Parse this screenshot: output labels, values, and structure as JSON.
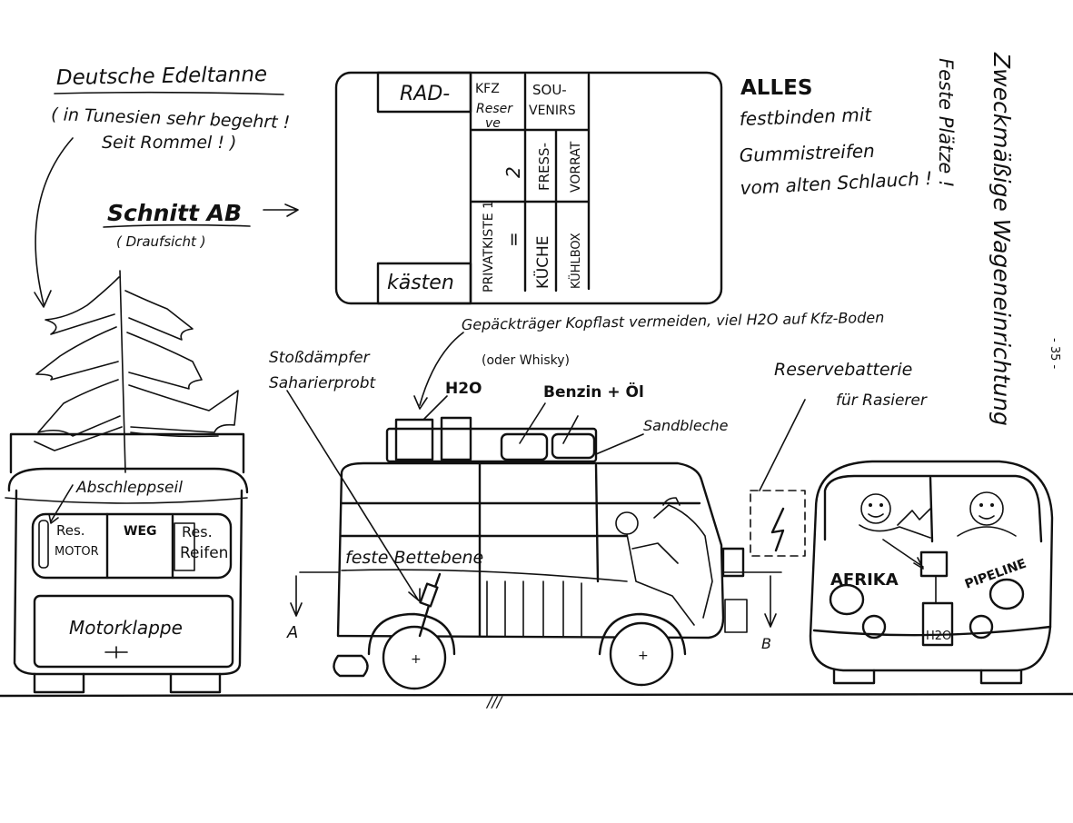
{
  "page": {
    "number": "- 35 -",
    "footer_mark": "///"
  },
  "title_vertical": {
    "line1": "Zweckmäßige Wageneinrichtung",
    "line2": "Feste Plätze !"
  },
  "tree_note": {
    "title": "Deutsche Edeltanne",
    "line1": "( in Tunesien sehr begehrt !",
    "line2": "Seit Rommel ! )"
  },
  "section": {
    "label": "Schnitt AB",
    "sub": "( Draufsicht )"
  },
  "floorplan": {
    "rad": "RAD-",
    "kasten": "kästen",
    "kfz": "KFZ",
    "reserve_1": "Reser",
    "reserve_2": "ve",
    "souvenirs_1": "SOU-",
    "souvenirs_2": "VENIRS",
    "privatkiste": "PRIVATKISTE 1",
    "num_2": "2",
    "equals": "=",
    "fress": "FRESS-",
    "vorrat": "VORRAT",
    "kueche": "KÜCHE",
    "kuehlbox": "KÜHLBOX"
  },
  "alles_note": {
    "title": "ALLES",
    "line1": "festbinden mit",
    "line2": "Gummistreifen",
    "line3": "vom alten Schlauch !"
  },
  "rear_view": {
    "tow_rope": "Abschleppseil",
    "res_motor_1": "Res.",
    "res_motor_2": "MOTOR",
    "weg": "WEG",
    "res_reifen_1": "Res.",
    "res_reifen_2": "Reifen",
    "motor_flap": "Motorklappe"
  },
  "side_view": {
    "roof_note": "Gepäckträger Kopflast vermeiden, viel H2O auf Kfz-Boden",
    "whisky": "(oder Whisky)",
    "shock_1": "Stoßdämpfer",
    "shock_2": "Saharierprobt",
    "h2o": "H2O",
    "fuel": "Benzin + Öl",
    "sand": "Sandbleche",
    "bed": "feste Bettebene",
    "mark_a": "A",
    "mark_b": "B"
  },
  "front_view": {
    "battery_1": "Reservebatterie",
    "battery_2": "für Rasierer",
    "afrika": "AFRIKA",
    "pipeline": "PIPELINE",
    "h2o": "H2O"
  }
}
